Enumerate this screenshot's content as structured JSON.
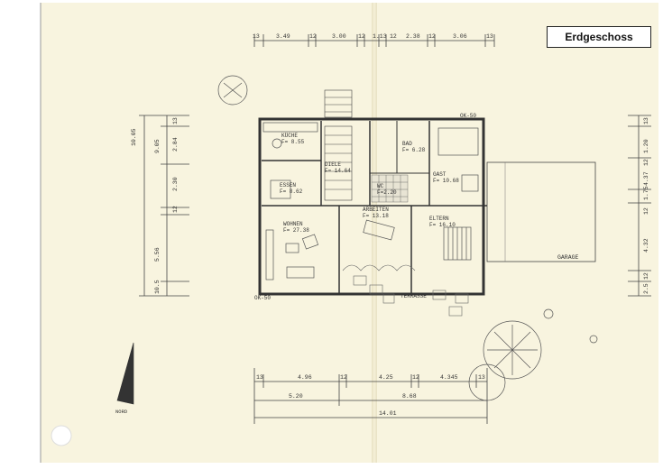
{
  "label": "Erdgeschoss",
  "rooms": [
    {
      "id": "kueche",
      "name": "KÜCHE",
      "area": "F= 8.55"
    },
    {
      "id": "diele",
      "name": "DIELE",
      "area": "F= 14.64"
    },
    {
      "id": "bad",
      "name": "BAD",
      "area": "F= 6.28"
    },
    {
      "id": "gast",
      "name": "GAST",
      "area": "F= 10.68"
    },
    {
      "id": "essen",
      "name": "ESSEN",
      "area": "F= 8.62"
    },
    {
      "id": "wc",
      "name": "WC",
      "area": "F=2.20"
    },
    {
      "id": "arbeiten",
      "name": "ARBEITEN",
      "area": "F= 13.18"
    },
    {
      "id": "eltern",
      "name": "ELTERN",
      "area": "F= 16.10"
    },
    {
      "id": "wohnen",
      "name": "WOHNEN",
      "area": "F= 27.38"
    }
  ],
  "labels": {
    "garage": "GARAGE",
    "terrasse": "TERRASSE",
    "nord": "NORD",
    "ok_left": "OK-50",
    "ok_right": "OK-50"
  },
  "dims_top": [
    "13",
    "3.49",
    "12",
    "3.00",
    "12",
    "1.13",
    "12",
    "2.38",
    "12",
    "3.06",
    "13"
  ],
  "dims_bottom1": [
    "13",
    "4.96",
    "12",
    "4.25",
    "12",
    "4.345",
    "13"
  ],
  "dims_bottom2": [
    "5.20",
    "8.68"
  ],
  "dims_total": "14.01",
  "dims_left": [
    "10.05",
    "9.05",
    "5.56",
    "2.30",
    "12",
    "2.84",
    "13",
    "10.5"
  ],
  "dims_right": [
    "13",
    "1.20",
    "12",
    "4.37",
    "1.75",
    "12",
    "4.32",
    "12",
    "2.5"
  ]
}
